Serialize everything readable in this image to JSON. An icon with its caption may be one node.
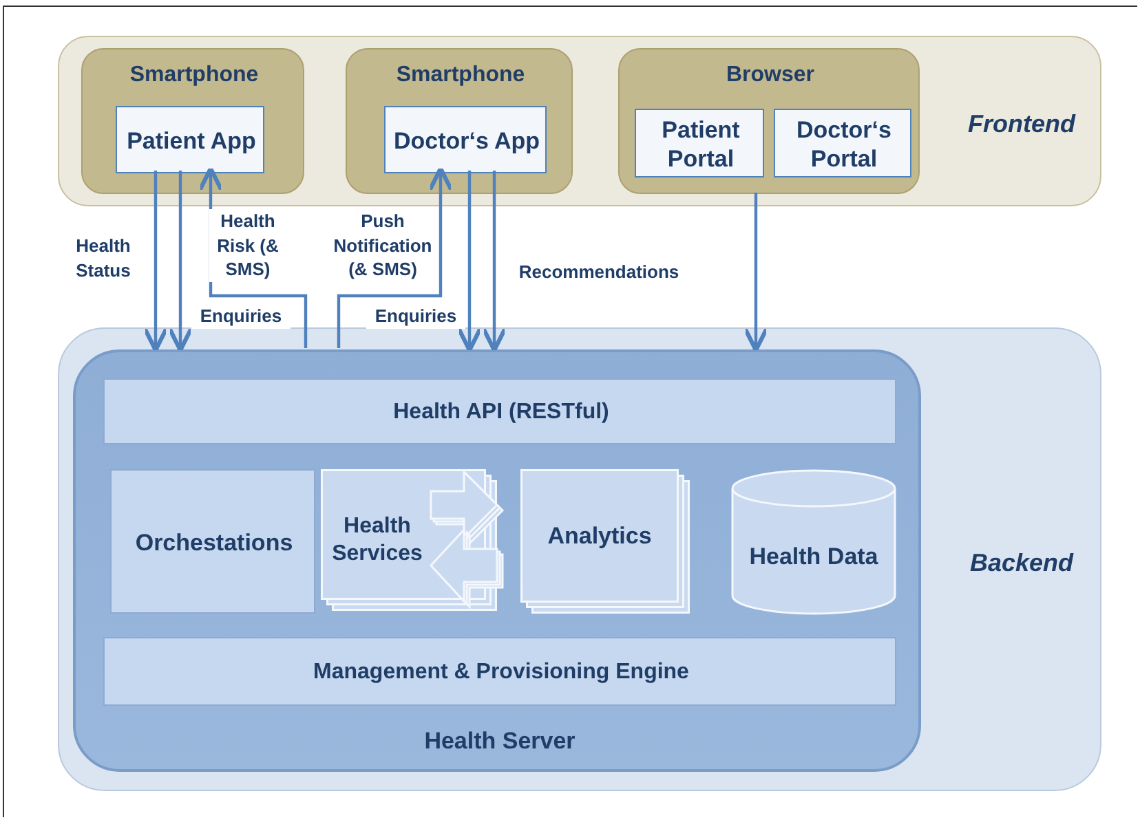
{
  "diagram": {
    "nodes": [
      {
        "text": [
          "Frontend"
        ]
      },
      {
        "text": [
          "Smartphone"
        ],
        "in": 0
      },
      {
        "text": [
          "Patient App"
        ],
        "in": 1
      },
      {
        "text": [
          "Smartphone"
        ],
        "in": 0
      },
      {
        "text": [
          "Doctor‘s App"
        ],
        "in": 3
      },
      {
        "text": [
          "Browser"
        ],
        "in": 0
      },
      {
        "text": [
          "Patient Portal"
        ],
        "in": 5
      },
      {
        "text": [
          "Doctor‘s Portal"
        ],
        "in": 5
      },
      {
        "text": [
          "Backend"
        ]
      },
      {
        "text": [
          "Health Server"
        ],
        "in": 8
      },
      {
        "text": [
          "Health API (RESTful)"
        ],
        "in": 9
      },
      {
        "text": [
          "Orchestations"
        ],
        "in": 9
      },
      {
        "text": [
          "Health Services"
        ],
        "in": 9
      },
      {
        "text": [
          "Analytics"
        ],
        "in": 9
      },
      {
        "text": [
          "Health Data"
        ],
        "in": 9
      },
      {
        "text": [
          "Management & Provisioning Engine"
        ],
        "in": 9
      }
    ],
    "edges": [
      {
        "from": 2,
        "to": 9,
        "arrow": "to",
        "label": "Health Status"
      },
      {
        "from": 2,
        "to": 9,
        "arrow": "to",
        "label": "Enquiries"
      },
      {
        "from": 9,
        "to": 2,
        "arrow": "to",
        "label": "Health Risk (& SMS)"
      },
      {
        "from": 9,
        "to": 4,
        "arrow": "to",
        "label": "Push Notification (& SMS)"
      },
      {
        "from": 4,
        "to": 9,
        "arrow": "to",
        "label": "Enquiries"
      },
      {
        "from": 4,
        "to": 9,
        "arrow": "to",
        "label": "Recommendations"
      },
      {
        "from": 5,
        "to": 9,
        "arrow": "to"
      }
    ]
  }
}
